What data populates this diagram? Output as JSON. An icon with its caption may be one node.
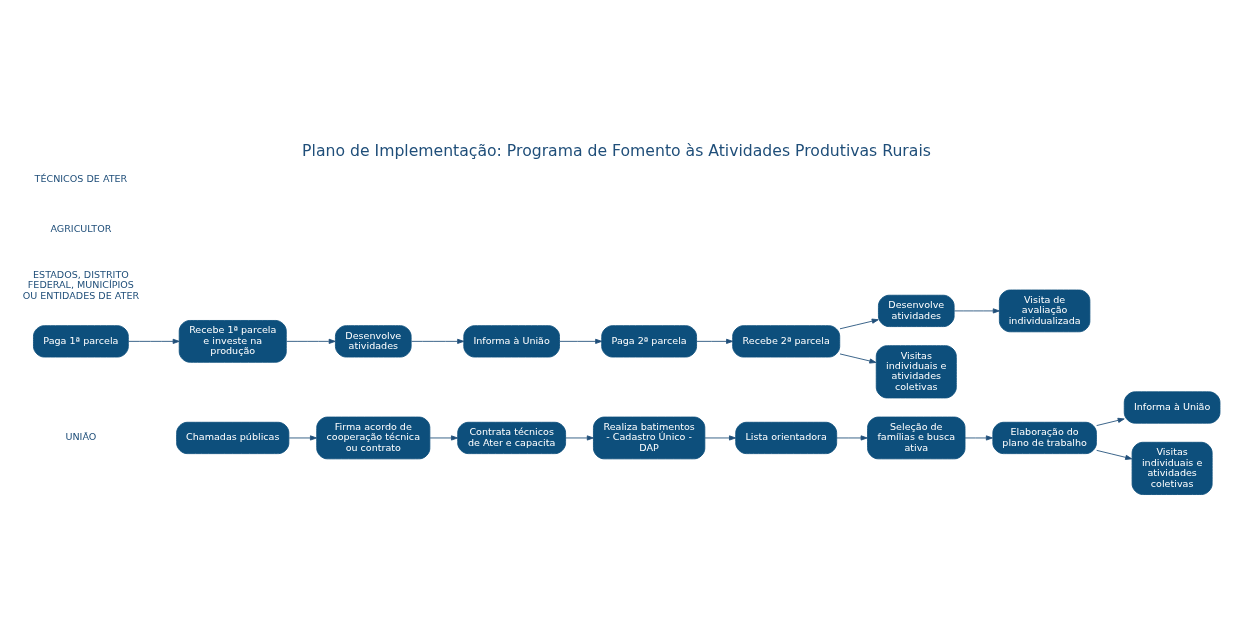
{
  "diagram": {
    "title": "Plano de Implementação: Programa de Fomento às Atividades Produtivas Rurais",
    "nodes": [
      {
        "text": [
          "Chamadas públicas"
        ]
      },
      {
        "text": [
          "Realiza batimentos - Cadastro Único - DAP"
        ]
      },
      {
        "text": [
          "Lista orientadora"
        ]
      },
      {
        "text": [
          "Paga 1ª parcela"
        ]
      },
      {
        "text": [
          "Paga 2ª parcela"
        ]
      },
      {
        "text": [
          "Firma acordo de cooperação técnica ou contrato"
        ]
      },
      {
        "text": [
          "Contrata técnicos de Ater e capacita"
        ]
      },
      {
        "text": [
          "Informa à União"
        ]
      },
      {
        "text": [
          "Informa à União"
        ]
      },
      {
        "text": [
          "Recebe 1ª parcela e investe na produção"
        ]
      },
      {
        "text": [
          "Desenvolve atividades"
        ]
      },
      {
        "text": [
          "Recebe 2ª parcela"
        ]
      },
      {
        "text": [
          "Desenvolve atividades"
        ]
      },
      {
        "text": [
          "Elaboração do plano de trabalho"
        ]
      },
      {
        "text": [
          "Visita de avaliação individualizada"
        ]
      },
      {
        "text": [
          "Seleção de famílias e busca ativa"
        ]
      },
      {
        "text": [
          "Visitas individuais e atividades coletivas"
        ]
      },
      {
        "text": [
          "Visitas individuais e atividades coletivas"
        ]
      }
    ],
    "edges": [
      {
        "from": 0,
        "to": 5,
        "arrow": "to"
      },
      {
        "from": 5,
        "to": 6,
        "arrow": "to"
      },
      {
        "from": 6,
        "to": 1,
        "arrow": "to"
      },
      {
        "from": 1,
        "to": 2,
        "arrow": "to"
      },
      {
        "from": 2,
        "to": 15,
        "arrow": "to"
      },
      {
        "from": 15,
        "to": 13,
        "arrow": "to"
      },
      {
        "from": 13,
        "to": 16,
        "arrow": "to"
      },
      {
        "from": 13,
        "to": 7,
        "arrow": "to"
      },
      {
        "from": 3,
        "to": 9,
        "arrow": "to"
      },
      {
        "from": 9,
        "to": 10,
        "arrow": "to"
      },
      {
        "from": 10,
        "to": 8,
        "arrow": "to"
      },
      {
        "from": 8,
        "to": 4,
        "arrow": "to"
      },
      {
        "from": 4,
        "to": 11,
        "arrow": "to"
      },
      {
        "from": 11,
        "to": 12,
        "arrow": "to"
      },
      {
        "from": 12,
        "to": 14,
        "arrow": "to"
      },
      {
        "from": 11,
        "to": 17,
        "arrow": "to"
      }
    ],
    "labels": [
      "UNIÃO",
      "ESTADOS, DISTRITO FEDERAL, MUNICÍPIOS OU ENTIDADES DE ATER",
      "AGRICULTOR",
      "TÉCNICOS DE ATER"
    ]
  }
}
